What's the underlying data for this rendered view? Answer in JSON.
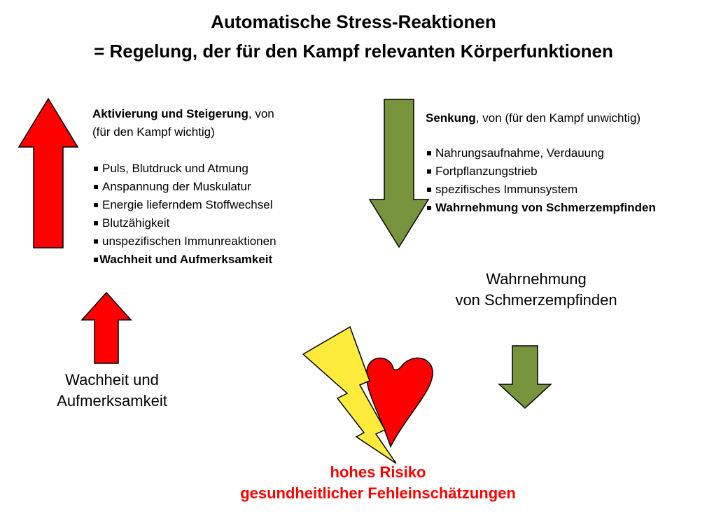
{
  "title": {
    "line1": "Automatische Stress-Reaktionen",
    "line2": "= Regelung, der für den Kampf relevanten Körperfunktionen"
  },
  "left_block": {
    "heading_bold": "Aktivierung und Steigerung",
    "heading_rest": ", von",
    "subheading": "(für den Kampf wichtig)",
    "items": [
      "Puls, Blutdruck und Atmung",
      "Anspannung der Muskulatur",
      "Energie lieferndem Stoffwechsel",
      "Blutzähigkeit",
      "unspezifischen Immunreaktionen"
    ],
    "item_bold": "Wachheit und Aufmerksamkeit"
  },
  "right_block": {
    "heading_bold": "Senkung",
    "heading_rest": ", von (für den Kampf unwichtig)",
    "items": [
      "Nahrungsaufnahme, Verdauung",
      "Fortpflanzungstrieb",
      "spezifisches Immunsystem"
    ],
    "item_bold": "Wahrnehmung von Schmerzempfinden"
  },
  "left_caption": {
    "line1": "Wachheit und",
    "line2": "Aufmerksamkeit"
  },
  "right_caption": {
    "line1": "Wahrnehmung",
    "line2": "von Schmerzempfinden"
  },
  "risk": {
    "line1": "hohes Risiko",
    "line2": "gesundheitlicher Fehleinschätzungen"
  },
  "icons": [
    "arrow-up-icon",
    "arrow-down-icon",
    "heart-icon",
    "lightning-icon"
  ],
  "colors": {
    "up_arrow": "#ff0000",
    "down_arrow": "#77933c",
    "heart": "#ff0000",
    "lightning": "#ffeb3b",
    "risk_text": "#ff0000"
  }
}
